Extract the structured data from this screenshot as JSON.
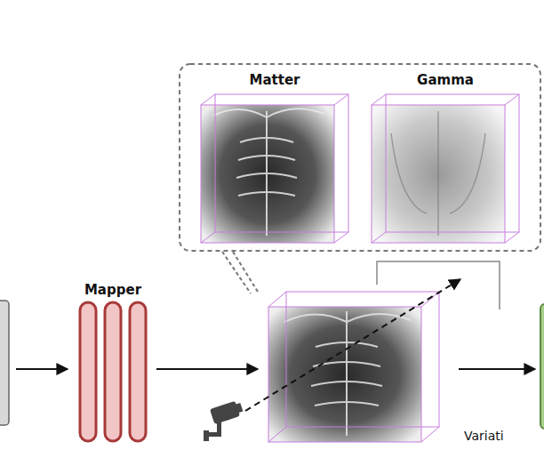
{
  "diagram": {
    "nodes": [
      {
        "text": [
          "Mapper"
        ]
      },
      {
        "text": [
          "Matter"
        ]
      },
      {
        "text": [
          "Gamma"
        ]
      }
    ],
    "labels": [
      "Variati"
    ]
  }
}
